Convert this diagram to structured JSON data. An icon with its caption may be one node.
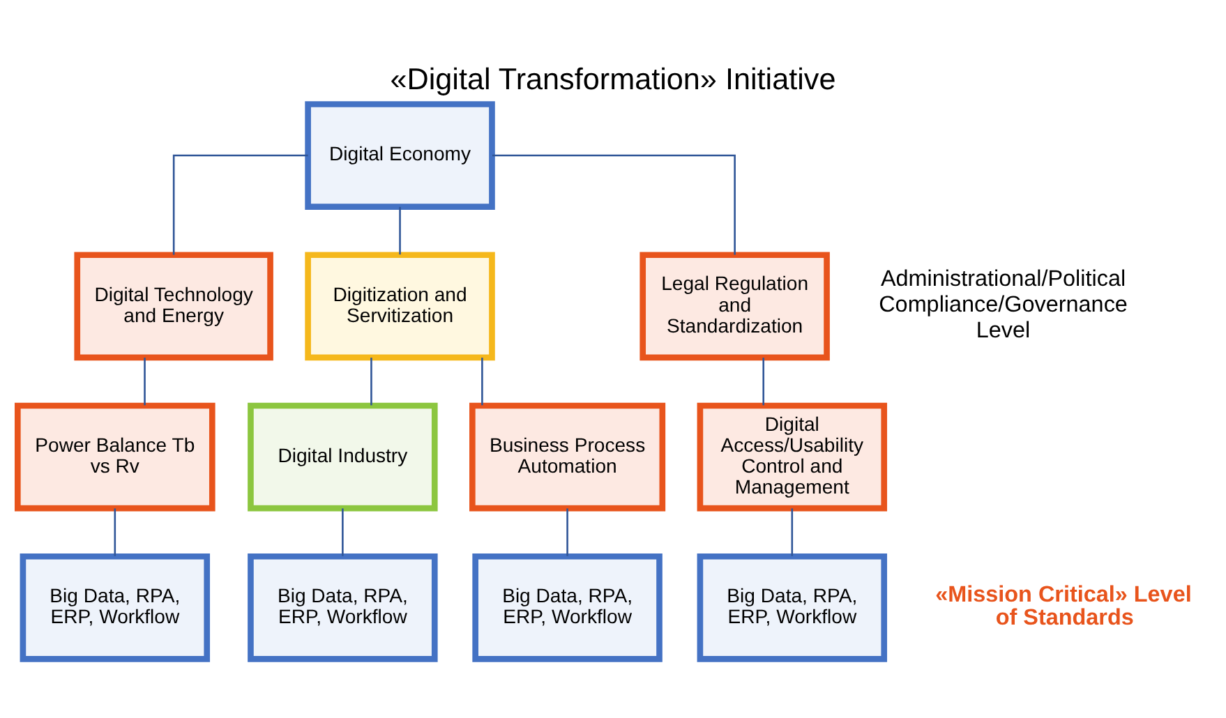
{
  "diagram": {
    "title": "«Digital Transformation» Initiative",
    "nodes": [
      {
        "text": [
          "Digital Economy"
        ]
      },
      {
        "text": [
          "Digital Technology and Energy"
        ]
      },
      {
        "text": [
          "Digitization and Servitization"
        ]
      },
      {
        "text": [
          "Legal Regulation and Standardization"
        ]
      },
      {
        "text": [
          "Power Balance Tb vs Rv"
        ]
      },
      {
        "text": [
          "Digital Industry"
        ]
      },
      {
        "text": [
          "Business Process Automation"
        ]
      },
      {
        "text": [
          "Digital Access/Usability Control and Management"
        ]
      },
      {
        "text": [
          "Big Data, RPA, ERP, Workflow"
        ]
      },
      {
        "text": [
          "Big Data, RPA, ERP, Workflow"
        ]
      },
      {
        "text": [
          "Big Data, RPA, ERP, Workflow"
        ]
      },
      {
        "text": [
          "Big Data, RPA, ERP, Workflow"
        ]
      }
    ],
    "edges": [
      {
        "from": 0,
        "to": 1,
        "arrow": "none"
      },
      {
        "from": 0,
        "to": 2,
        "arrow": "none"
      },
      {
        "from": 0,
        "to": 3,
        "arrow": "none"
      },
      {
        "from": 1,
        "to": 4,
        "arrow": "none"
      },
      {
        "from": 2,
        "to": 5,
        "arrow": "none"
      },
      {
        "from": 2,
        "to": 6,
        "arrow": "none"
      },
      {
        "from": 3,
        "to": 7,
        "arrow": "none"
      },
      {
        "from": 4,
        "to": 8,
        "arrow": "none"
      },
      {
        "from": 5,
        "to": 9,
        "arrow": "none"
      },
      {
        "from": 6,
        "to": 10,
        "arrow": "none"
      },
      {
        "from": 7,
        "to": 11,
        "arrow": "none"
      }
    ],
    "labels": [
      "Administrational/Political Compliance/Governance Level",
      "«Mission Critical» Level of Standards"
    ]
  }
}
